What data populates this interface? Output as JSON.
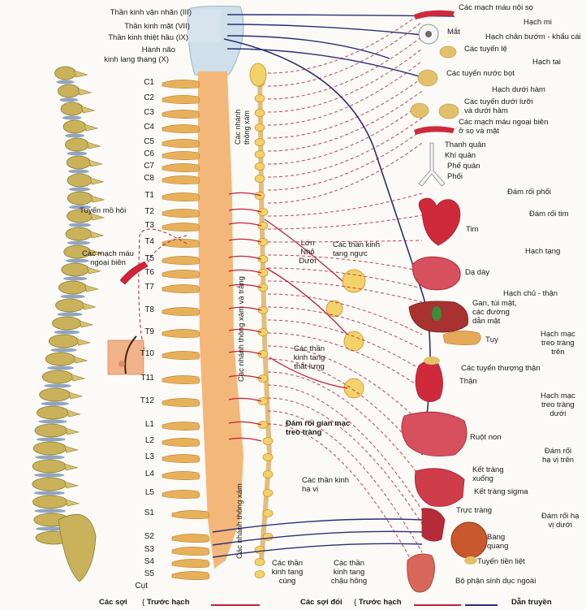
{
  "colors": {
    "spinal_cord": "#f4b77a",
    "vertebra": "#e7b05a",
    "preganglionic": "#c4203a",
    "postganglionic": "#b5213c",
    "conduction": "#2a2e78",
    "ganglion": "#f3d26a",
    "bone": "#c9b25a",
    "disc": "#8fa6c2"
  },
  "cranial_labels": [
    "Thần kinh vận nhãn (III)",
    "Thần kinh mặt (VII)",
    "Thần kinh thiệt hầu (IX)",
    "Hành não",
    "kinh lang thang (X)"
  ],
  "levels": [
    "C1",
    "C2",
    "C3",
    "C4",
    "C5",
    "C6",
    "C7",
    "C8",
    "T1",
    "T2",
    "T3",
    "T4",
    "T5",
    "T6",
    "T7",
    "T8",
    "T9",
    "T10",
    "T11",
    "T12",
    "L1",
    "L2",
    "L3",
    "L4",
    "L5",
    "S1",
    "S2",
    "S3",
    "S4",
    "S5",
    "Cụt"
  ],
  "left_labels": {
    "sweat_gland": "Tuyến mồ hôi",
    "skin_vessels": "Các mạch máu\nngoại biên"
  },
  "center_labels": {
    "gray_rami_top": "Các nhánh\nthông xám",
    "white_gray_rami": "Các nhánh thông xám và trắng",
    "gray_rami_bottom": "Các nhánh thông xám",
    "greater_lesser_least": "Lớn\nNhỏ\nDưới",
    "thoracic_splanchnic": "Các thần kinh\ntang ngực",
    "lumbar_splanchnic": "Các thần\nkinh tang\nthắt lưng",
    "intermesenteric": "Đám rối gian mạc\ntreo tràng",
    "hypogastric": "Các thần kinh\nhạ vị",
    "sacral_splanchnic": "Các thần\nkinh tang\ncùng",
    "pelvic_splanchnic": "Các thần\nkinh tang\nchậu hông"
  },
  "right_labels": {
    "intracranial_vessels": "Các mạch máu nội sọ",
    "ciliary_ganglion": "Hạch mi",
    "eye": "Mắt",
    "pterygopalatine": "Hạch chân bướm - khẩu cái",
    "lacrimal": "Các tuyến lệ",
    "otic": "Hạch tai",
    "salivary": "Các tuyến nước bọt",
    "submandibular_ganglion": "Hạch dưới hàm",
    "sublingual_submandibular": "Các tuyến dưới lưỡi\nvà dưới hàm",
    "head_vessels": "Các mạch máu ngoại biên\nở sọ và mặt",
    "larynx": "Thanh quản",
    "trachea": "Khí quản",
    "bronchi": "Phế quản",
    "lungs": "Phổi",
    "pulmonary_plexus": "Đám rối phổi",
    "cardiac_plexus": "Đám rối tim",
    "heart": "Tim",
    "celiac_ganglion": "Hạch tạng",
    "stomach": "Dạ dày",
    "aorticorenal": "Hạch chủ - thận",
    "liver": "Gan, túi mật,\ncác đường\ndẫn mật",
    "pancreas": "Tụy",
    "superior_mesenteric": "Hạch mạc\ntreo tràng\ntrên",
    "adrenal": "Các tuyến thượng thận",
    "kidney": "Thận",
    "inferior_mesenteric": "Hạch mạc\ntreo tràng\ndưới",
    "small_intestine": "Ruột non",
    "superior_hypogastric": "Đám rối\nhạ vị trên",
    "descending_colon": "Kết tràng\nxuống",
    "sigmoid_colon": "Kết tràng sigma",
    "rectum": "Trực tràng",
    "inferior_hypogastric": "Đám rối hạ\nvị dưới",
    "bladder": "Bàng\nquang",
    "prostate": "Tuyến tiền liệt",
    "genitals": "Bộ phận sinh dục ngoài"
  },
  "legend": {
    "fibers": "Các sợi",
    "preganglionic": "Trước hạch",
    "fibers_pair": "Các sợi đối",
    "preganglionic_2": "Trước hạch",
    "conduction": "Dẫn truyền"
  }
}
